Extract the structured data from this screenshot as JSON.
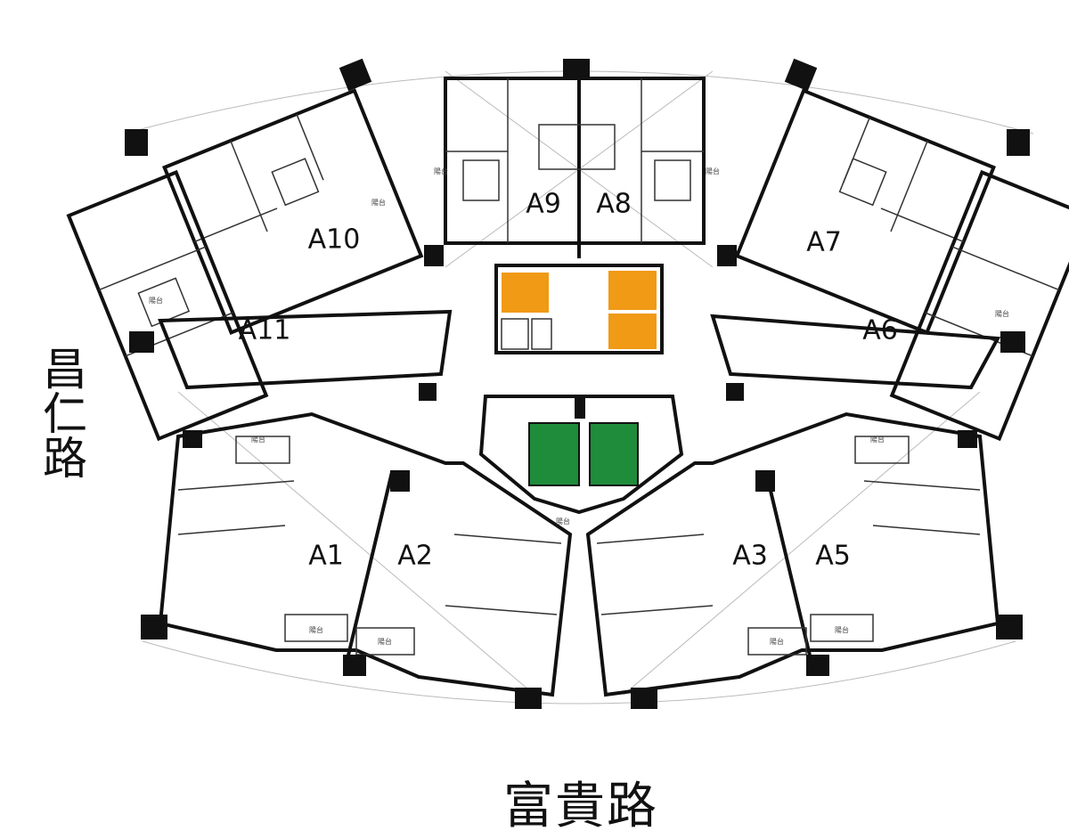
{
  "units": {
    "a1": "A1",
    "a2": "A2",
    "a3": "A3",
    "a5": "A5",
    "a6": "A6",
    "a7": "A7",
    "a8": "A8",
    "a9": "A9",
    "a10": "A10",
    "a11": "A11"
  },
  "streets": {
    "left": "昌仁路",
    "bottom": "富貴路"
  },
  "room_labels": {
    "balcony": "陽台"
  },
  "colors": {
    "elevator_orange": "#F09A16",
    "elevator_green": "#1E8C3A",
    "wall": "#111111"
  }
}
